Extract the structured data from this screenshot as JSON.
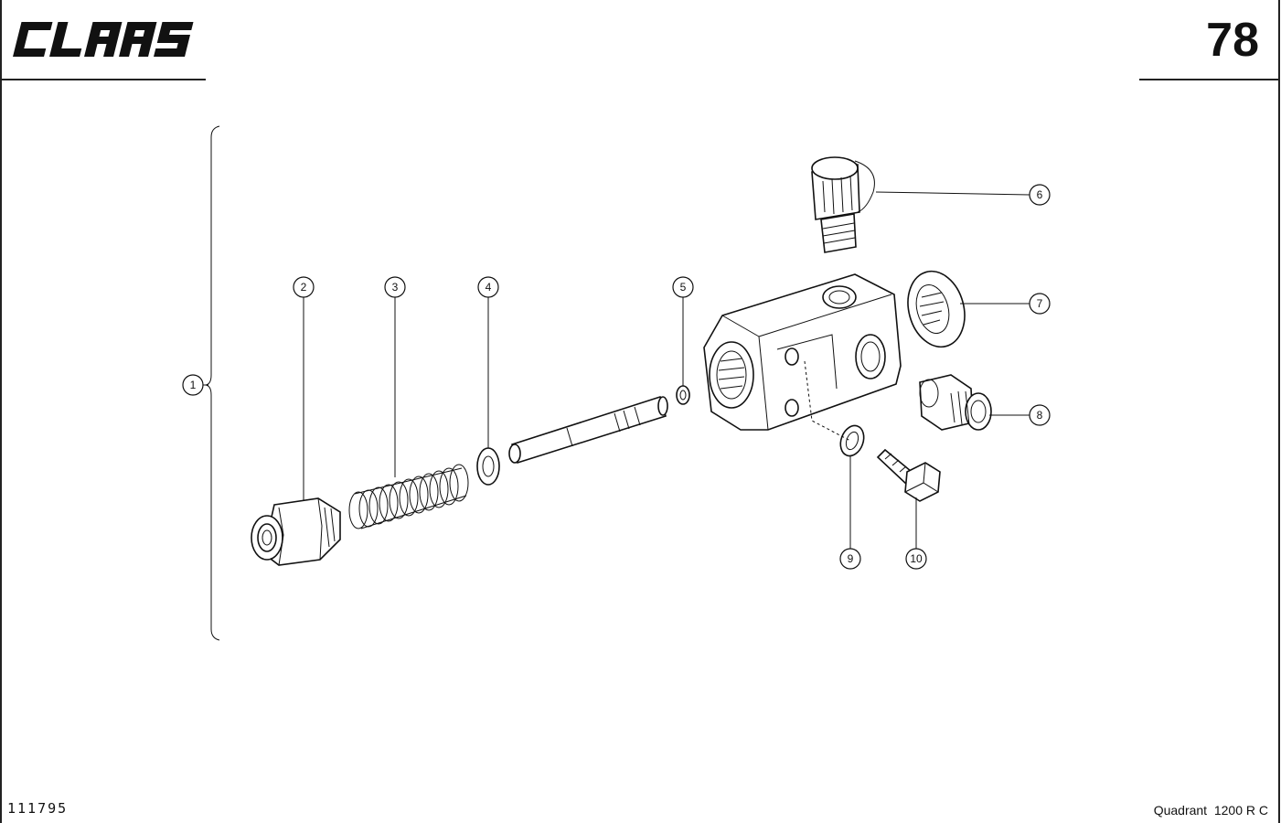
{
  "header": {
    "brand": "CLAAS",
    "page_number": "78"
  },
  "footer": {
    "document_number": "111795",
    "model": "Quadrant  1200 R C"
  },
  "diagram": {
    "callouts": [
      {
        "id": "1",
        "label": "1"
      },
      {
        "id": "2",
        "label": "2"
      },
      {
        "id": "3",
        "label": "3"
      },
      {
        "id": "4",
        "label": "4"
      },
      {
        "id": "5",
        "label": "5"
      },
      {
        "id": "6",
        "label": "6"
      },
      {
        "id": "7",
        "label": "7"
      },
      {
        "id": "8",
        "label": "8"
      },
      {
        "id": "9",
        "label": "9"
      },
      {
        "id": "10",
        "label": "10"
      }
    ]
  }
}
